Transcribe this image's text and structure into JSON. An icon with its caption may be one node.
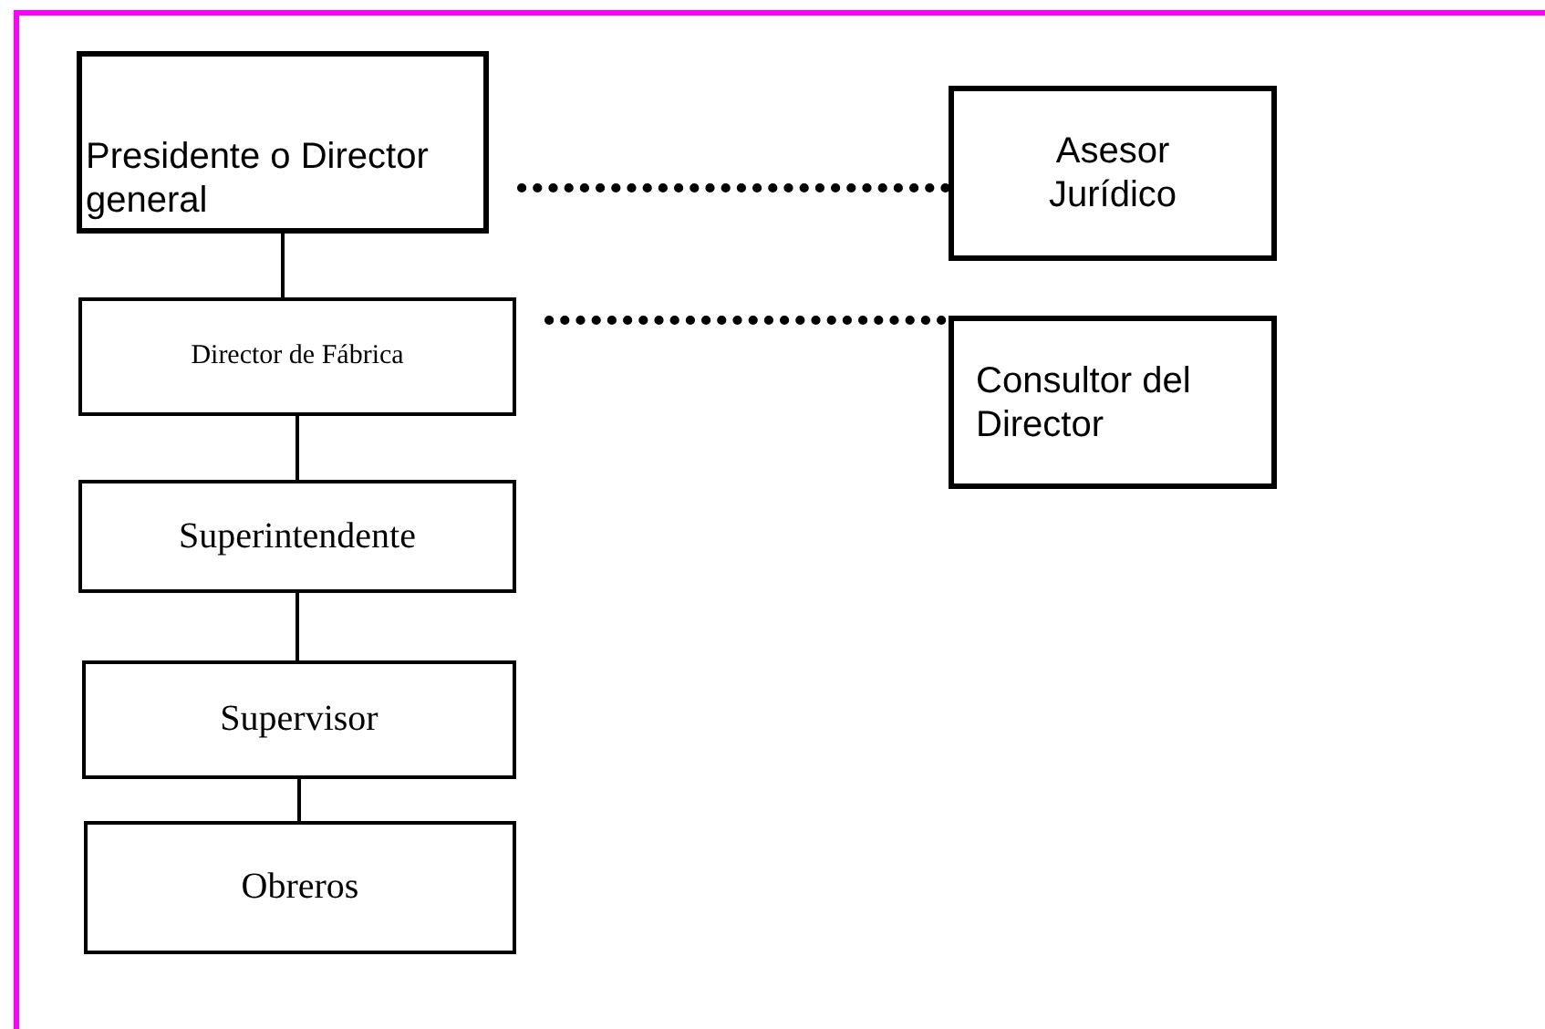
{
  "diagram": {
    "nodes": [
      {
        "text": [
          "Presidente o Director general"
        ]
      },
      {
        "text": [
          "Director de Fábrica"
        ]
      },
      {
        "text": [
          "Superintendente"
        ]
      },
      {
        "text": [
          "Supervisor"
        ]
      },
      {
        "text": [
          "Obreros"
        ]
      },
      {
        "text": [
          "Asesor Jurídico"
        ]
      },
      {
        "text": [
          "Consultor del Director"
        ]
      }
    ],
    "edges": [
      {
        "from": 0,
        "to": 1,
        "arrow": "none"
      },
      {
        "from": 1,
        "to": 2,
        "arrow": "none"
      },
      {
        "from": 2,
        "to": 3,
        "arrow": "none"
      },
      {
        "from": 3,
        "to": 4,
        "arrow": "none"
      },
      {
        "from": 0,
        "to": 5,
        "arrow": "none",
        "style": "dashed"
      },
      {
        "from": 1,
        "to": 6,
        "arrow": "none",
        "style": "dashed"
      }
    ]
  }
}
